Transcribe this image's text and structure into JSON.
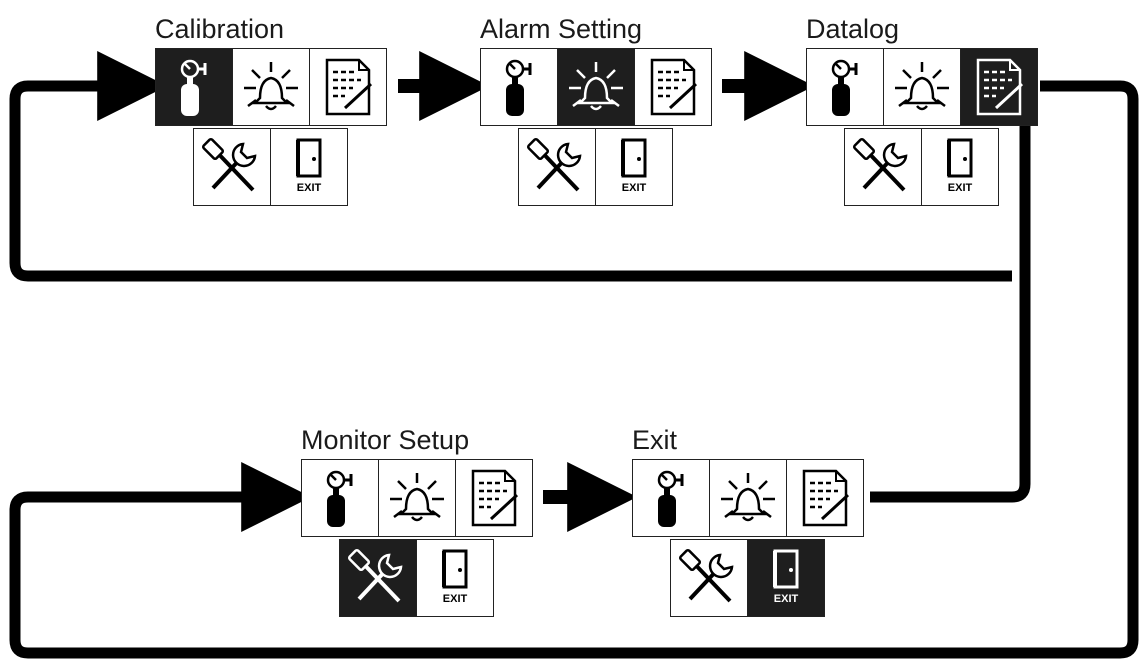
{
  "colors": {
    "line": "#000000",
    "active_bg": "#1e1e1e",
    "cell_bg": "#ffffff"
  },
  "menus": [
    {
      "title": "Calibration",
      "active": "calibration",
      "icons": [
        "calibration-gas-icon",
        "alarm-bell-icon",
        "datalog-icon",
        "tools-icon",
        "exit-door-icon"
      ],
      "exit_text": "EXIT"
    },
    {
      "title": "Alarm Setting",
      "active": "alarm",
      "icons": [
        "calibration-gas-icon",
        "alarm-bell-icon",
        "datalog-icon",
        "tools-icon",
        "exit-door-icon"
      ],
      "exit_text": "EXIT"
    },
    {
      "title": "Datalog",
      "active": "datalog",
      "icons": [
        "calibration-gas-icon",
        "alarm-bell-icon",
        "datalog-icon",
        "tools-icon",
        "exit-door-icon"
      ],
      "exit_text": "EXIT"
    },
    {
      "title": "Monitor Setup",
      "active": "monitor-setup",
      "icons": [
        "calibration-gas-icon",
        "alarm-bell-icon",
        "datalog-icon",
        "tools-icon",
        "exit-door-icon"
      ],
      "exit_text": "EXIT"
    },
    {
      "title": "Exit",
      "active": "exit",
      "icons": [
        "calibration-gas-icon",
        "alarm-bell-icon",
        "datalog-icon",
        "tools-icon",
        "exit-door-icon"
      ],
      "exit_text": "EXIT"
    }
  ]
}
